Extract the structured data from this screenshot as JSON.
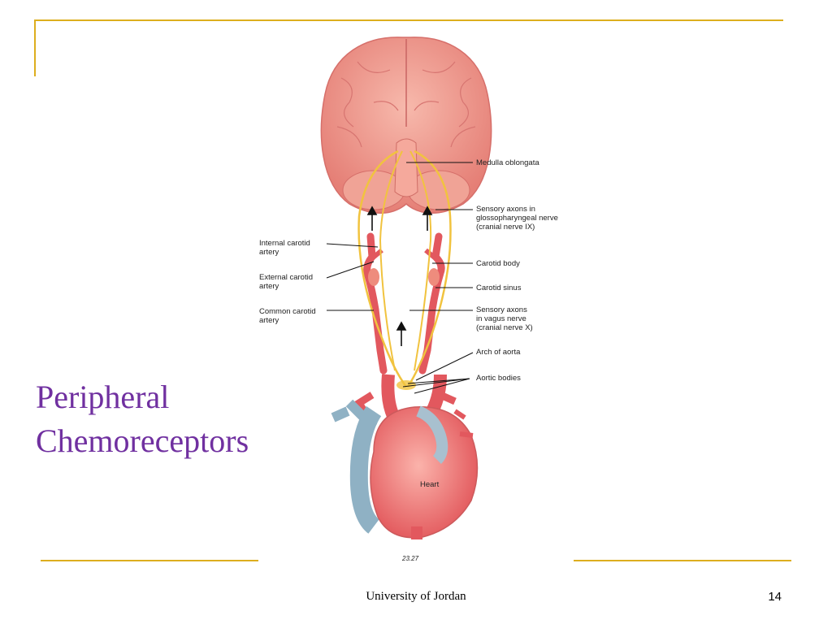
{
  "slide": {
    "title_line1": "Peripheral",
    "title_line2": "Chemoreceptors",
    "footer": "University of Jordan",
    "page_number": "14"
  },
  "figure": {
    "caption": "23.27",
    "labels": {
      "medulla": "Medulla oblongata",
      "glosso_1": "Sensory axons in",
      "glosso_2": "glossopharyngeal nerve",
      "glosso_3": "(cranial nerve IX)",
      "carotid_body": "Carotid body",
      "carotid_sinus": "Carotid sinus",
      "vagus_1": "Sensory axons",
      "vagus_2": "in vagus nerve",
      "vagus_3": "(cranial nerve X)",
      "arch_aorta": "Arch of aorta",
      "aortic_bodies": "Aortic bodies",
      "internal_1": "Internal carotid",
      "internal_2": "artery",
      "external_1": "External carotid",
      "external_2": "artery",
      "common_1": "Common carotid",
      "common_2": "artery",
      "heart": "Heart"
    }
  },
  "colors": {
    "accent_gold": "#DDAE1E",
    "title_purple": "#7030A0"
  }
}
